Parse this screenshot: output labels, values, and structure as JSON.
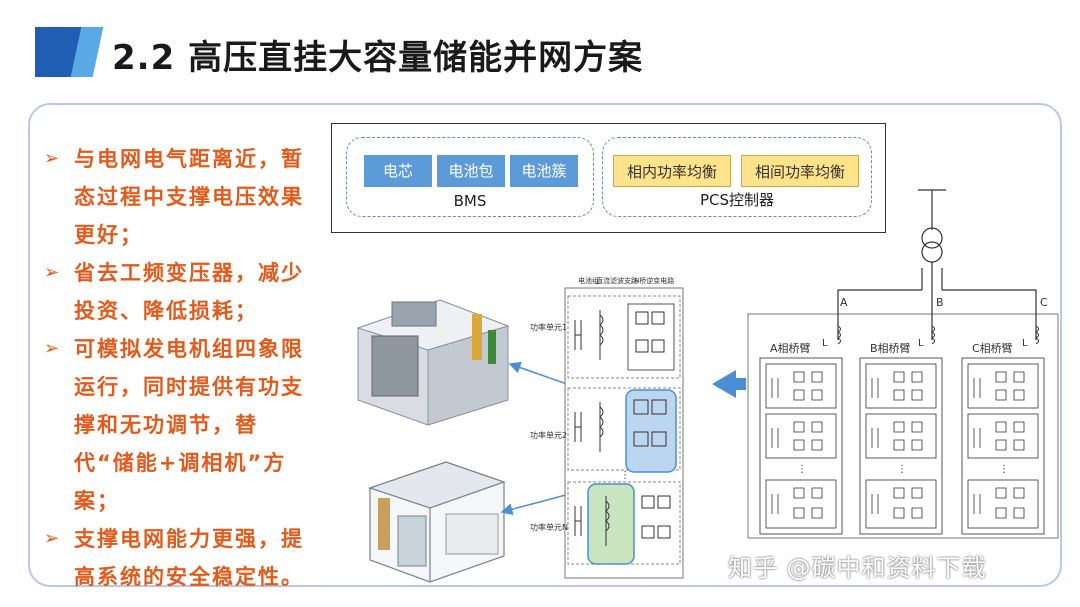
{
  "title": "2.2 高压直挂大容量储能并网方案",
  "bullets": [
    "与电网电气距离近，暂态过程中支撑电压效果更好；",
    "省去工频变压器，减少投资、降低损耗；",
    "可模拟发电机组四象限运行，同时提供有功支撑和无功调节，替代“储能+调相机”方案；",
    "支撑电网能力更强，提高系统的安全稳定性。"
  ],
  "bms": {
    "label": "BMS",
    "items": [
      "电芯",
      "电池包",
      "电池簇"
    ]
  },
  "pcs": {
    "label": "PCS控制器",
    "items": [
      "相内功率均衡",
      "相间功率均衡"
    ]
  },
  "circuit": {
    "col_headers": [
      "电池组",
      "直流滤波支路",
      "H桥逆变电路"
    ],
    "unit_labels": [
      "功率单元1",
      "功率单元2",
      "功率单元N"
    ],
    "phase_tags": [
      "A",
      "B",
      "C"
    ],
    "arm_labels": [
      "A相桥臂",
      "B相桥臂",
      "C相桥臂"
    ],
    "inductor_label": "L"
  },
  "watermark": "知乎 @碳中和资料下载",
  "colors": {
    "bullet_text": "#e25a1c",
    "title_accent_dark": "#1e5fb3",
    "title_accent_light": "#5aa8e6",
    "chip_blue": "#5d9bd8",
    "chip_yellow": "#ffe38a",
    "frame_border": "#b9c8e8",
    "arrow_blue": "#4a8fd6"
  }
}
